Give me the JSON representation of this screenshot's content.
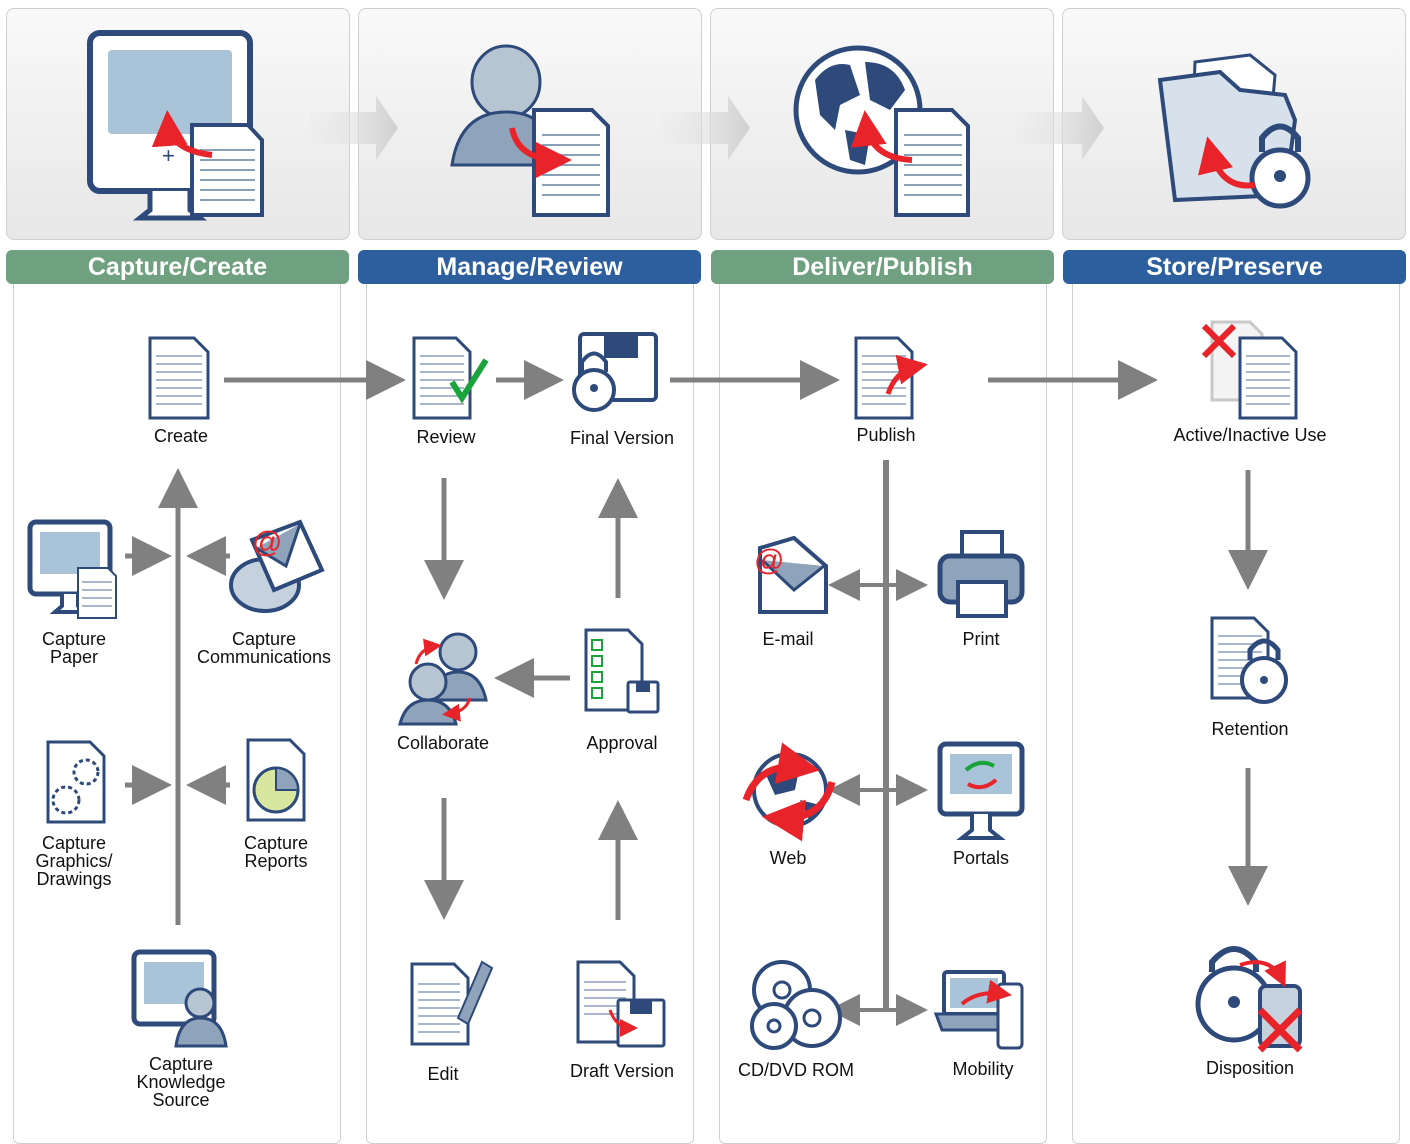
{
  "phases": [
    {
      "title": "Capture/Create",
      "color": "#6fa07f"
    },
    {
      "title": "Manage/Review",
      "color": "#2d5e9e"
    },
    {
      "title": "Deliver/Publish",
      "color": "#6fa07f"
    },
    {
      "title": "Store/Preserve",
      "color": "#2d5e9e"
    }
  ],
  "nodes": {
    "create": "Create",
    "capture_paper": "Capture\nPaper",
    "capture_communications": "Capture\nCommunications",
    "capture_graphics": "Capture\nGraphics/\nDrawings",
    "capture_reports": "Capture\nReports",
    "capture_knowledge": "Capture\nKnowledge\nSource",
    "review": "Review",
    "final_version": "Final Version",
    "collaborate": "Collaborate",
    "approval": "Approval",
    "edit": "Edit",
    "draft_version": "Draft Version",
    "publish": "Publish",
    "email": "E-mail",
    "print": "Print",
    "web": "Web",
    "portals": "Portals",
    "cd_dvd": "CD/DVD ROM",
    "mobility": "Mobility",
    "active_inactive": "Active/Inactive Use",
    "retention": "Retention",
    "disposition": "Disposition"
  },
  "colors": {
    "accent_red": "#e8232a",
    "icon_blue": "#2d4a7a",
    "arrow_gray": "#808080",
    "check_green": "#1aa33a"
  }
}
